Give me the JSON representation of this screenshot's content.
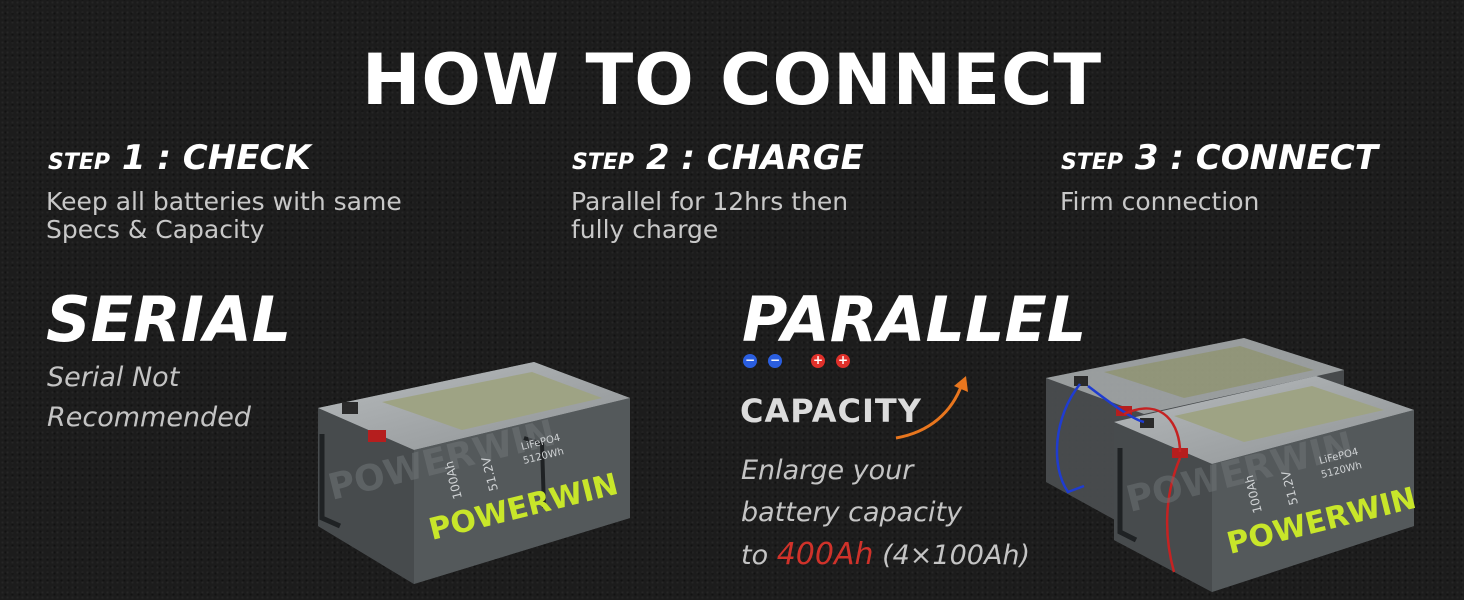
{
  "title": "HOW TO CONNECT",
  "steps": [
    {
      "word": "STEP",
      "number": "1 : CHECK",
      "desc_line1": "Keep all batteries with same",
      "desc_line2": "Specs & Capacity"
    },
    {
      "word": "STEP",
      "number": "2 : CHARGE",
      "desc_line1": "Parallel for 12hrs then",
      "desc_line2": "fully charge"
    },
    {
      "word": "STEP",
      "number": "3 : CONNECT",
      "desc_line1": "Firm connection",
      "desc_line2": ""
    }
  ],
  "serial": {
    "heading": "SERIAL",
    "note_line1": "Serial Not",
    "note_line2": "Recommended"
  },
  "parallel": {
    "heading": "PARALLEL",
    "polarity": {
      "neg": "−",
      "pos": "+"
    },
    "capacity_label": "CAPACITY",
    "line1": "Enlarge your",
    "line2": "battery capacity",
    "line3_prefix": "to",
    "line3_highlight": "400Ah",
    "line3_suffix": "(4×100Ah)"
  },
  "battery": {
    "brand": "POWERWIN",
    "watermark": "POWERWIN",
    "capacity": "100Ah",
    "voltage": "51.2V",
    "chemistry": "LiFePO4",
    "energy": "5120Wh"
  },
  "colors": {
    "background": "#1c1c1c",
    "accent_red": "#d0322a",
    "accent_orange": "#e8761e",
    "brand_green": "#c8e62a",
    "neg_blue": "#2a5ee0"
  }
}
